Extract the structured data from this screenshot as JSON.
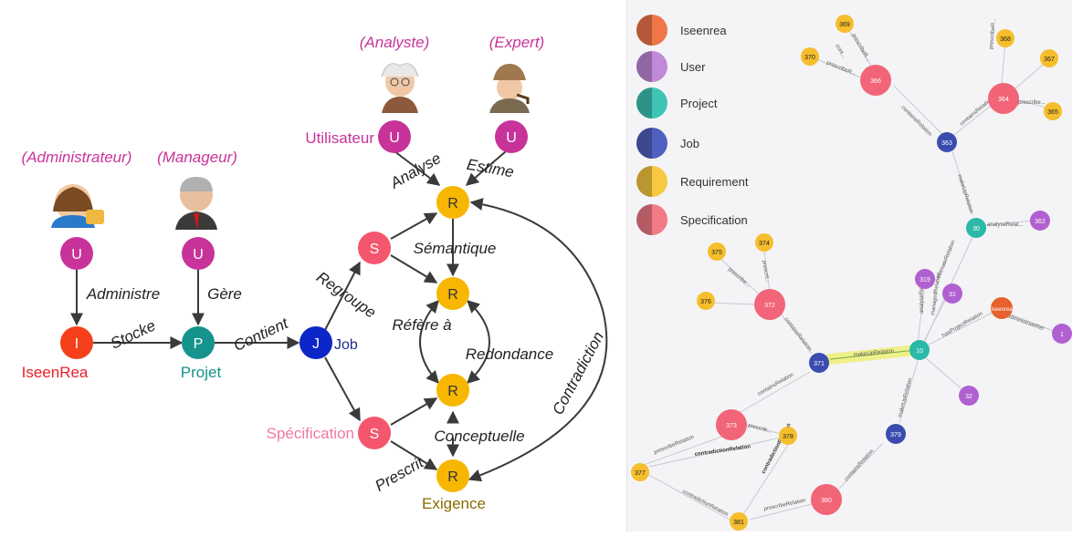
{
  "left": {
    "roles": {
      "admin": "(Administrateur)",
      "manager": "(Manageur)",
      "analyst": "(Analyste)",
      "expert": "(Expert)"
    },
    "node_letters": {
      "user": "U",
      "iseenrea": "I",
      "project": "P",
      "job": "J",
      "spec": "S",
      "req": "R"
    },
    "node_labels": {
      "utilisateur": "Utilisateur",
      "iseenrea": "IseenRea",
      "projet": "Projet",
      "job": "Job",
      "specification": "Spécification",
      "exigence": "Exigence"
    },
    "edge_labels": {
      "administre": "Administre",
      "gere": "Gère",
      "stocke": "Stocke",
      "contient": "Contient",
      "regroupe": "Regroupe",
      "analyse": "Analyse",
      "estime": "Estime",
      "semantique": "Sémantique",
      "refere": "Réfère à",
      "redondance": "Redondance",
      "conceptuelle": "Conceptuelle",
      "prescrit": "Prescrit",
      "contradiction": "Contradiction"
    },
    "colors": {
      "user": "#c8339a",
      "iseenrea": "#f5401b",
      "project": "#14948c",
      "job": "#0c26c8",
      "spec": "#f5566f",
      "req": "#f7b600",
      "text_user": "#c8339a",
      "text_iseenrea": "#e8202a",
      "text_project": "#14948c",
      "text_job": "#1c2a8a",
      "text_spec": "#f07aa0",
      "text_req": "#8a6a00"
    }
  },
  "right": {
    "legend": [
      {
        "label": "Iseenrea",
        "color": "#f0764a"
      },
      {
        "label": "User",
        "color": "#c08ad8"
      },
      {
        "label": "Project",
        "color": "#3ec4b4"
      },
      {
        "label": "Job",
        "color": "#5060c0"
      },
      {
        "label": "Requirement",
        "color": "#f8c840"
      },
      {
        "label": "Specification",
        "color": "#f27a86"
      }
    ],
    "node_colors": {
      "iseenrea": "#e8602c",
      "user": "#b060d0",
      "project": "#2ab8a8",
      "job": "#3a4cb0",
      "requirement": "#f6be2c",
      "specification": "#f26478"
    },
    "nodes": {
      "n369": "369",
      "n370": "370",
      "n366": "366",
      "n368": "368",
      "n367": "367",
      "n364": "364",
      "n365": "365",
      "n363": "363",
      "n30": "30",
      "n362": "362",
      "n375": "375",
      "n374": "374",
      "n376": "376",
      "n372": "372",
      "n319": "319",
      "n31": "31",
      "n_iseenrea": "Iseenrea",
      "n1": "1",
      "n10": "10",
      "n371": "371",
      "n32": "32",
      "n379": "379",
      "n373": "373",
      "n378": "378",
      "n377": "377",
      "n380": "380",
      "n381": "381"
    },
    "edges": {
      "cont": "cont...",
      "prescribeR_a": "prescribeR...",
      "prescribeR_b": "prescribeR...",
      "prescribe_c": "prescribeR...",
      "prescribe_d": "prescribe...",
      "prescribe_e": "prescribe...",
      "prescrit_f": "prescrit...",
      "containsRelation_a": "containsRelation",
      "containsRelation_b": "containsRelation",
      "containsRelation_c": "containsRelation",
      "containsRelation_d": "containsRelation",
      "containsRelation_e": "containsRelation",
      "makeUpRelation_a": "makeUpRelation",
      "makeUpRelation_b": "makeUpRelation",
      "makeUpRelation_main": "makeUpRelation",
      "analyseRelat": "analyseRelat...",
      "managedRelation": "managedRelation",
      "analyseRelation": "analyseRelation",
      "estimateRelation": "estimateRelation",
      "hasProjectRelation": "hasProjectRelation",
      "administrateRel": "administrateRel",
      "prescribeRelation_a": "prescribeRelation",
      "prescribeRelation_b": "prescribeRelation",
      "prescrib": "prescrib...",
      "contradictionRelation_a": "contradictionRelation",
      "contradictionRelation_b": "contradictionRelation",
      "contradictionRelation_c": "contradictionRelation"
    }
  }
}
